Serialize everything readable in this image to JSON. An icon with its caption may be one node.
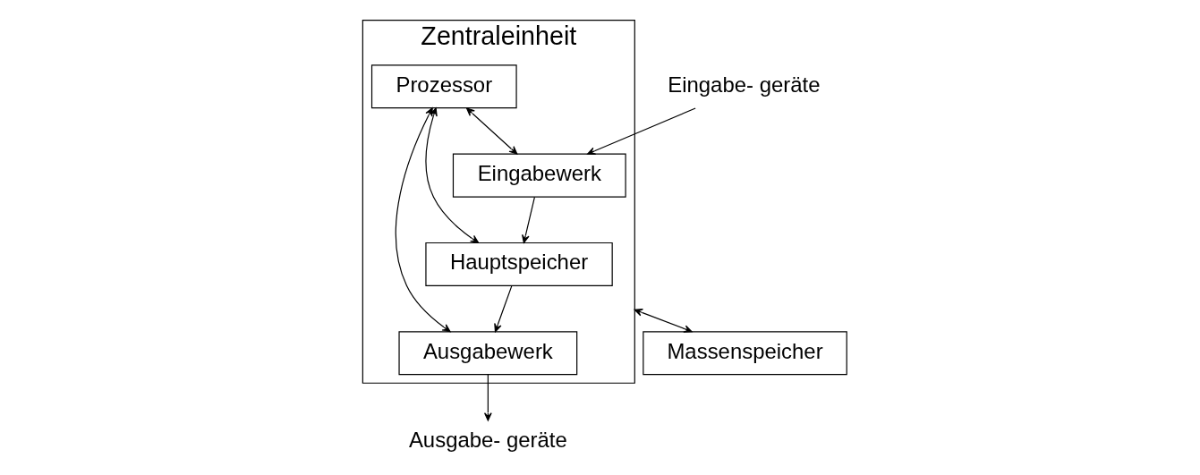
{
  "diagram": {
    "nodes": [
      {
        "text": [
          "Zentraleinheit"
        ]
      },
      {
        "text": [
          "Prozessor"
        ],
        "in": 0
      },
      {
        "text": [
          "Eingabewerk"
        ],
        "in": 0
      },
      {
        "text": [
          "Hauptspeicher"
        ],
        "in": 0
      },
      {
        "text": [
          "Ausgabewerk"
        ],
        "in": 0
      },
      {
        "text": [
          "Massenspeicher"
        ]
      },
      {
        "text": [
          "Eingabe- geräte"
        ]
      },
      {
        "text": [
          "Ausgabe- geräte"
        ]
      }
    ],
    "edges": [
      {
        "from": 1,
        "to": 2,
        "arrow": "both"
      },
      {
        "from": 1,
        "to": 3,
        "arrow": "both"
      },
      {
        "from": 1,
        "to": 4,
        "arrow": "both"
      },
      {
        "from": 2,
        "to": 3,
        "arrow": "to"
      },
      {
        "from": 3,
        "to": 4,
        "arrow": "to"
      },
      {
        "from": 6,
        "to": 2,
        "arrow": "to"
      },
      {
        "from": 4,
        "to": 7,
        "arrow": "to"
      },
      {
        "from": 0,
        "to": 5,
        "arrow": "both"
      }
    ]
  }
}
